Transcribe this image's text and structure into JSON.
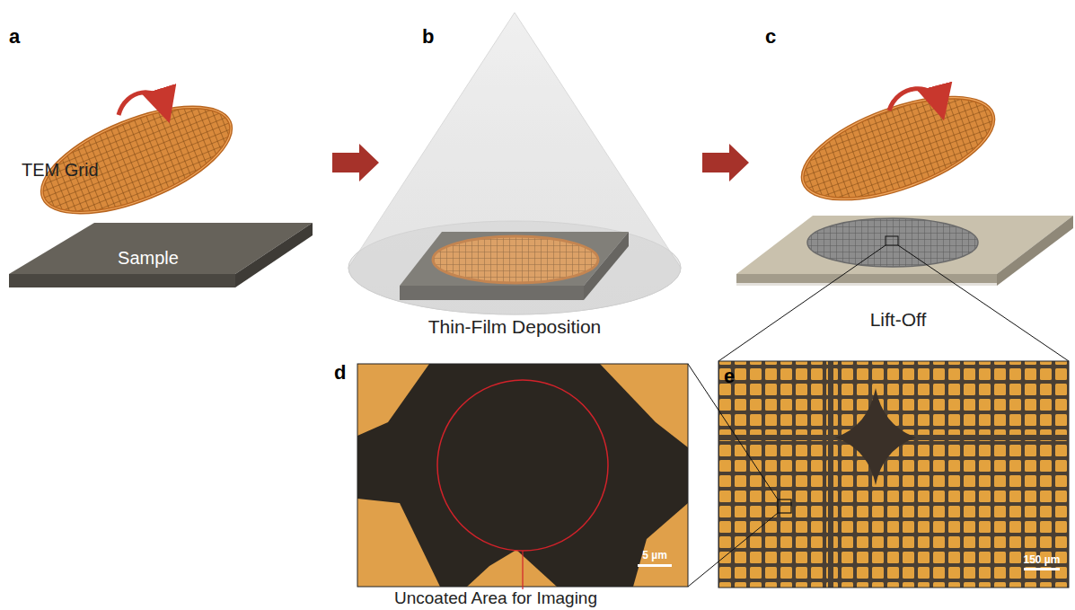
{
  "diagram": {
    "labels": [
      "a",
      "b",
      "c",
      "TEM Grid",
      "Sample",
      "Thin-Film Deposition",
      "Lift-Off",
      "d",
      "e",
      "5 µm",
      "150 µm",
      "Uncoated Area for Imaging"
    ]
  }
}
